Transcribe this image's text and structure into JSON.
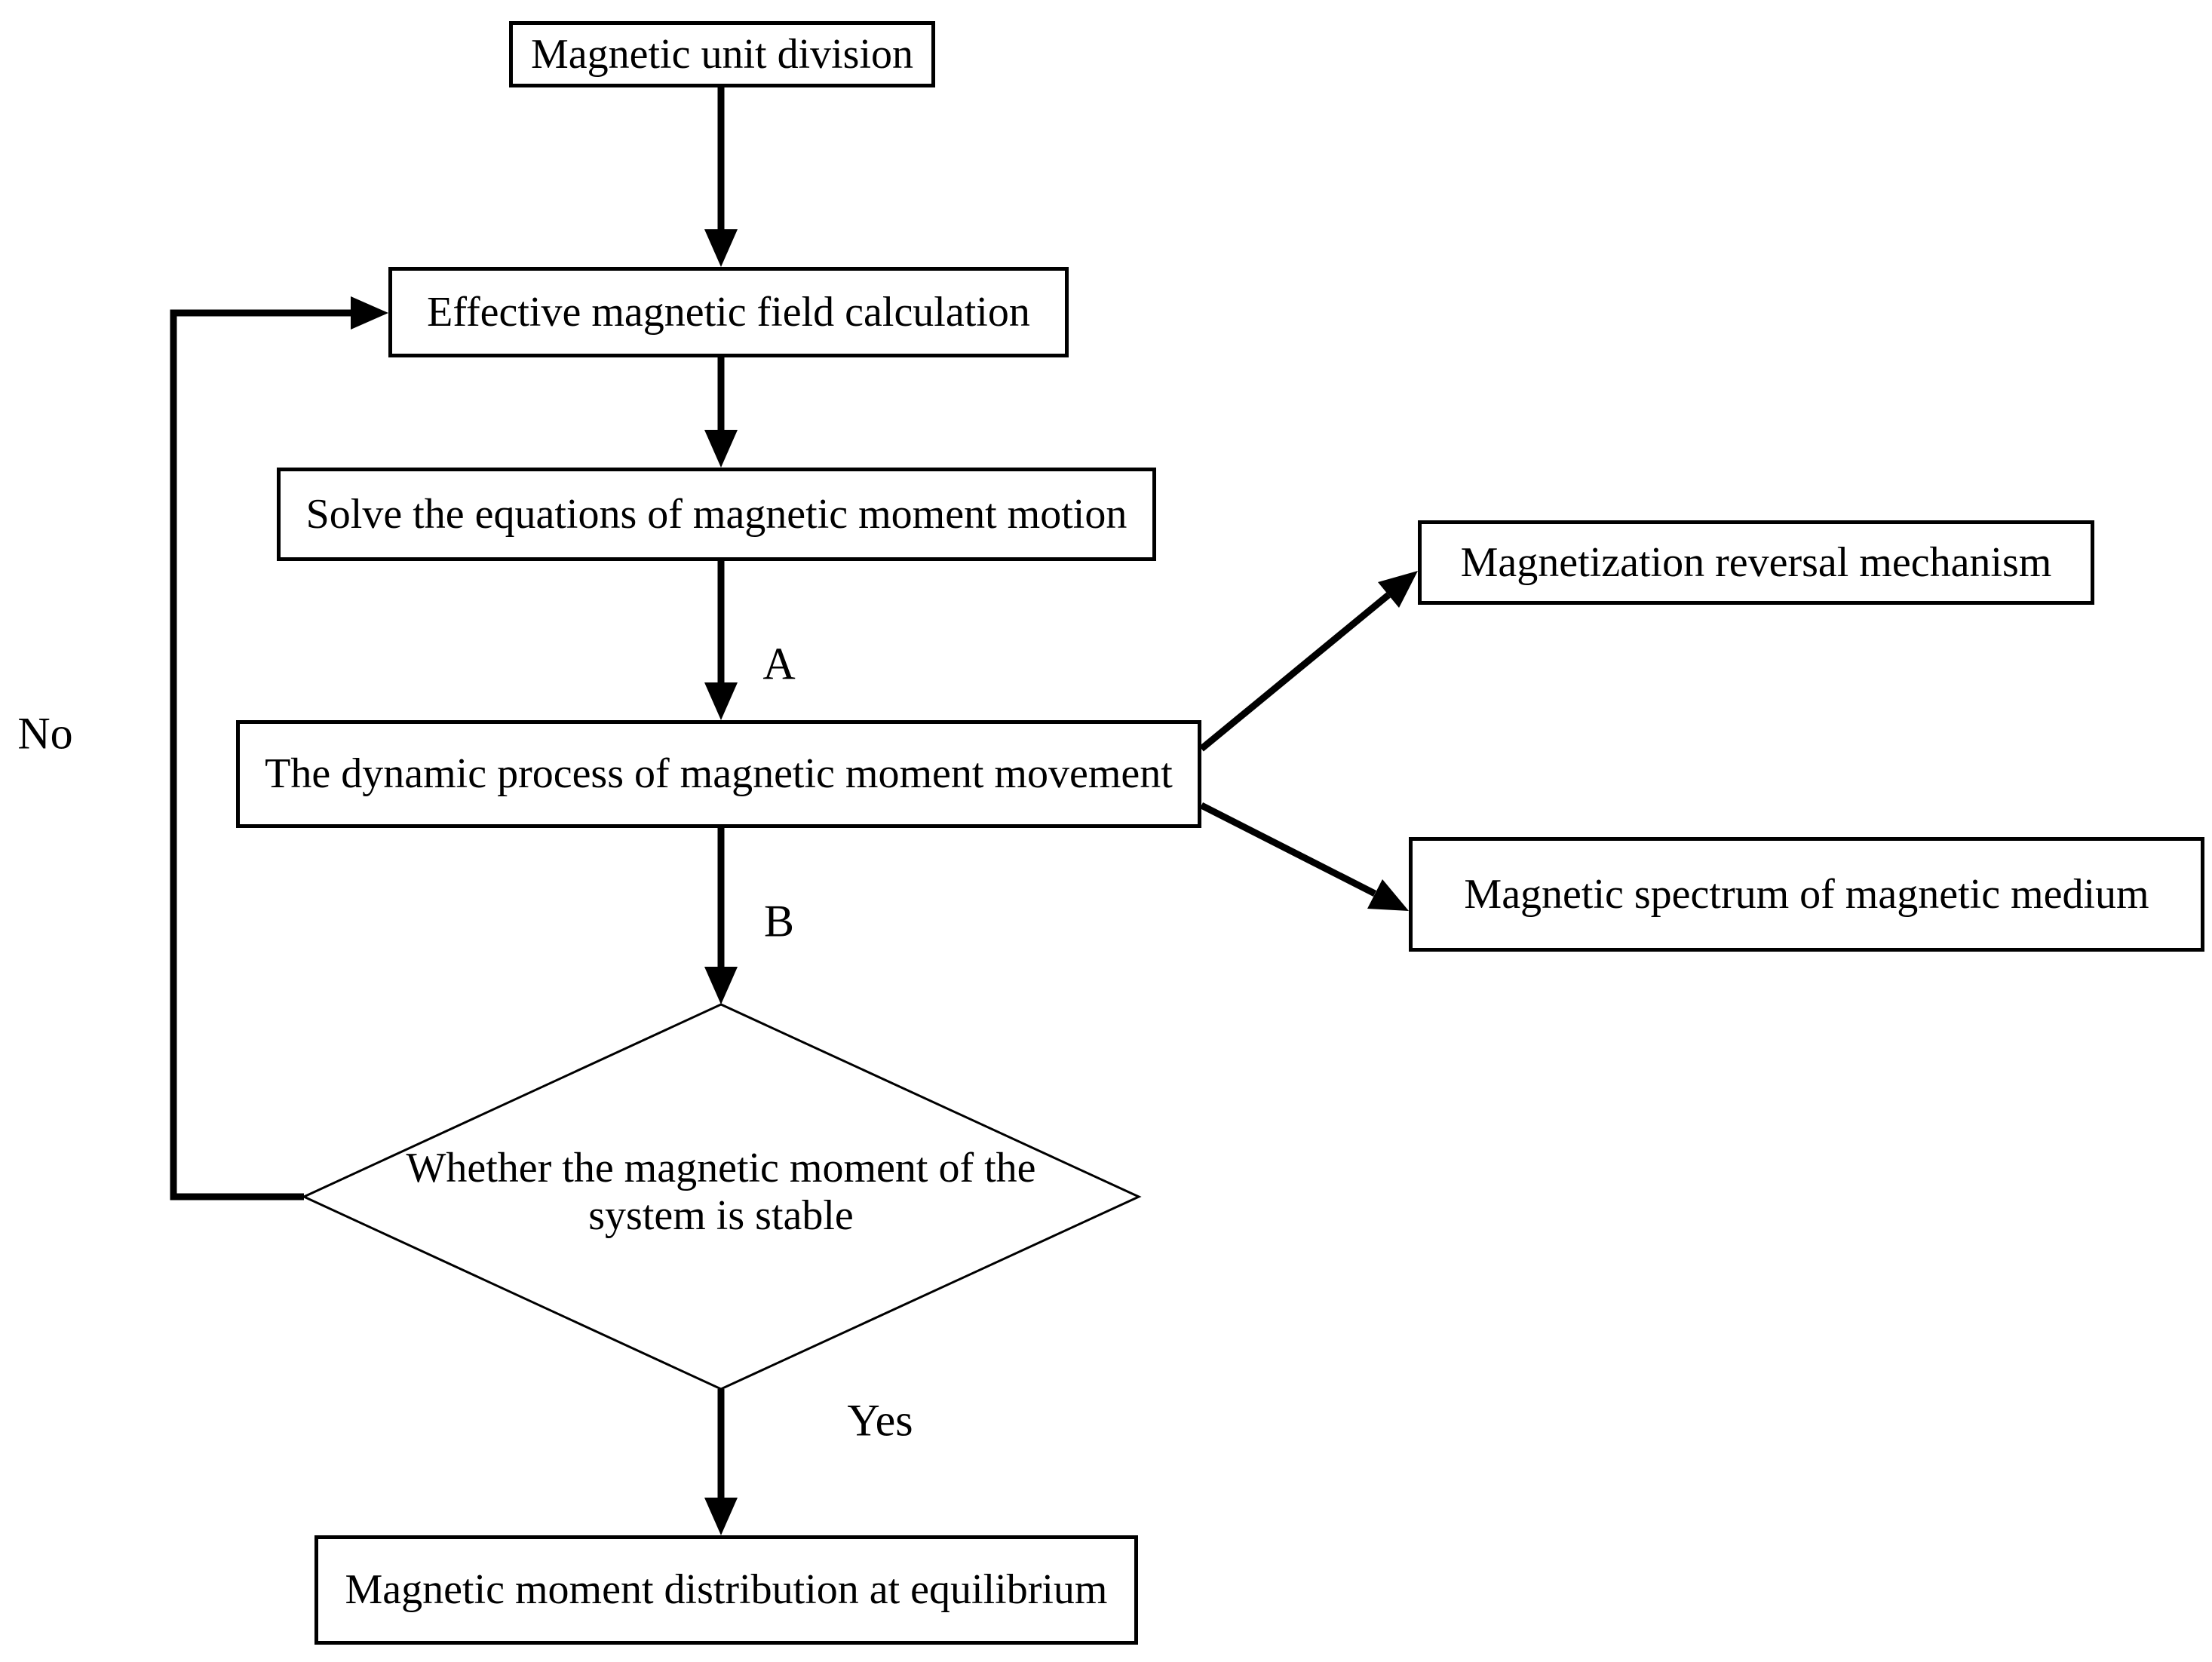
{
  "flowchart": {
    "background": "#ffffff",
    "line_color": "#000000",
    "box_fill": "#ffffff",
    "nodes": {
      "unit_division": {
        "label": "Magnetic unit division"
      },
      "effective_field": {
        "label": "Effective magnetic field calculation"
      },
      "solve_equations": {
        "label": "Solve the equations of magnetic moment motion"
      },
      "dynamic_process": {
        "label": "The dynamic process of magnetic moment movement"
      },
      "reversal_mechanism": {
        "label": "Magnetization reversal mechanism"
      },
      "magnetic_spectrum": {
        "label": "Magnetic spectrum of magnetic medium"
      },
      "stability_check": {
        "label": "Whether the magnetic moment of the system is stable",
        "line1": "Whether the magnetic moment of the",
        "line2": "system is stable"
      },
      "equilibrium_distribution": {
        "label": "Magnetic moment distribution at equilibrium"
      }
    },
    "edge_labels": {
      "a": "A",
      "b": "B",
      "yes": "Yes",
      "no": "No"
    }
  }
}
